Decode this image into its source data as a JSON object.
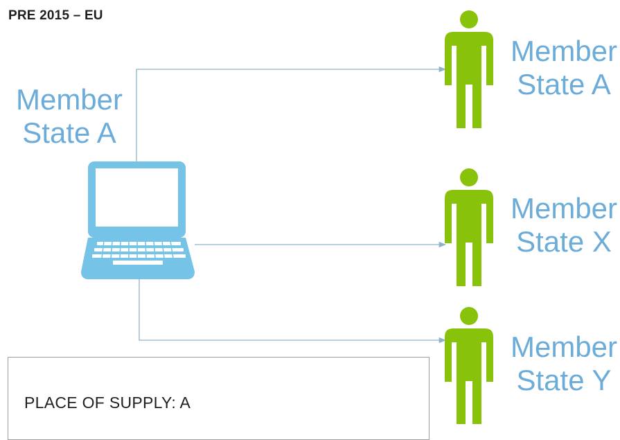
{
  "header": {
    "title": "PRE 2015 – EU"
  },
  "source": {
    "label_line1": "Member",
    "label_line2": "State A",
    "icon": "laptop-icon"
  },
  "targets": [
    {
      "label_line1": "Member",
      "label_line2": "State A",
      "icon": "person-icon"
    },
    {
      "label_line1": "Member",
      "label_line2": "State X",
      "icon": "person-icon"
    },
    {
      "label_line1": "Member",
      "label_line2": "State Y",
      "icon": "person-icon"
    }
  ],
  "supply_box": {
    "text": "PLACE OF SUPPLY: A"
  },
  "colors": {
    "label_blue": "#6cacd8",
    "laptop_blue": "#75c3e6",
    "person_green": "#89c20a",
    "arrow_line": "#8fb2c9",
    "header_text": "#1f1f1f"
  }
}
